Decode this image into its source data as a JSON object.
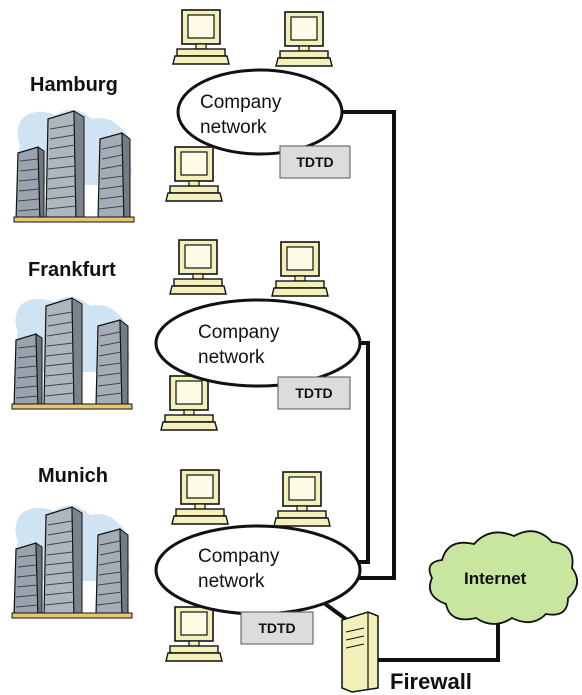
{
  "sites": [
    {
      "city": "Hamburg",
      "network": [
        "Company",
        "network"
      ],
      "tag": "TDTD"
    },
    {
      "city": "Frankfurt",
      "network": [
        "Company",
        "network"
      ],
      "tag": "TDTD"
    },
    {
      "city": "Munich",
      "network": [
        "Company",
        "network"
      ],
      "tag": "TDTD"
    }
  ],
  "internet": "Internet",
  "firewall": "Firewall",
  "colors": {
    "monitor": "#f3f1b9",
    "cloud": "#c9e6a1",
    "building": "#bfc5cc",
    "sky": "#cfe3f2",
    "tag": "#dcdcdc",
    "line": "#111111"
  }
}
